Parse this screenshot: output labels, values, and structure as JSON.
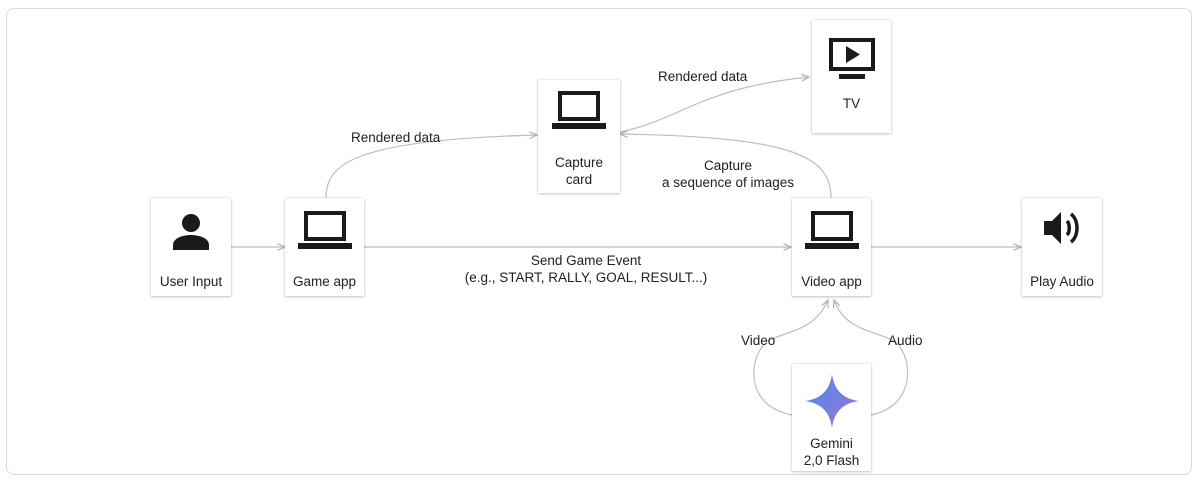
{
  "nodes": {
    "user_input": {
      "label": "User Input",
      "icon": "person-icon"
    },
    "game_app": {
      "label": "Game app",
      "icon": "laptop-icon"
    },
    "capture_card": {
      "label_line1": "Capture",
      "label_line2": "card",
      "icon": "laptop-icon"
    },
    "tv": {
      "label": "TV",
      "icon": "tv-play-icon"
    },
    "video_app": {
      "label": "Video app",
      "icon": "laptop-icon"
    },
    "play_audio": {
      "label": "Play Audio",
      "icon": "speaker-icon"
    },
    "gemini": {
      "label_line1": "Gemini",
      "label_line2": "2,0 Flash",
      "icon": "gemini-sparkle-icon"
    }
  },
  "edges": {
    "game_to_capture": "Rendered data",
    "capture_to_tv": "Rendered data",
    "video_to_capture_line1": "Capture",
    "video_to_capture_line2": "a sequence of images",
    "game_to_video_line1": "Send Game Event",
    "game_to_video_line2": "(e.g., START, RALLY, GOAL, RESULT...)",
    "gemini_video": "Video",
    "gemini_audio": "Audio"
  },
  "colors": {
    "connector": "#bdbdbd",
    "icon": "#1a1a1a",
    "gemini_gradient_start": "#4a8cf7",
    "gemini_gradient_end": "#9b72cb"
  }
}
